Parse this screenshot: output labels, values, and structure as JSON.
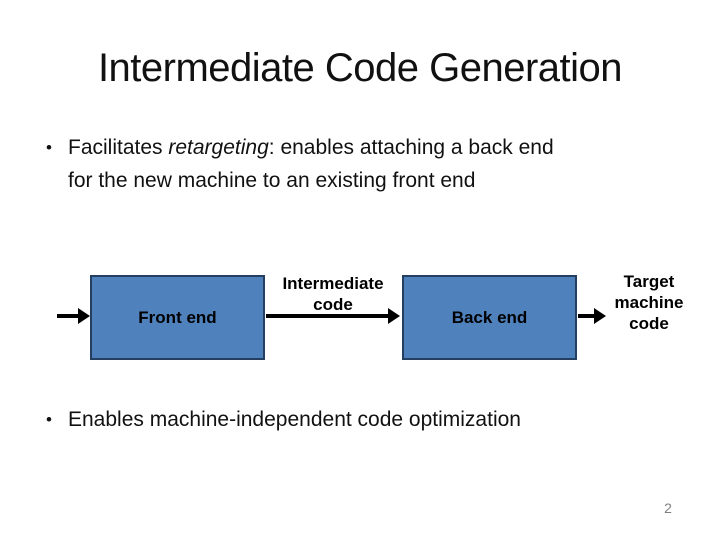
{
  "title": "Intermediate Code Generation",
  "bullets": {
    "marker": "•",
    "first": {
      "line1_pre": "Facilitates ",
      "line1_italic": "retargeting",
      "line1_post": ": enables attaching a back end",
      "line2": "for the new machine to an existing front end"
    },
    "second": "Enables machine-independent code optimization"
  },
  "diagram": {
    "front_end_label": "Front end",
    "back_end_label": "Back end",
    "intermediate_label": "Intermediate\ncode",
    "target_label": "Target\nmachine\ncode",
    "box_fill": "#4F81BD",
    "box_border": "#243F60",
    "arrow_color": "#000000"
  },
  "page_number": "2"
}
